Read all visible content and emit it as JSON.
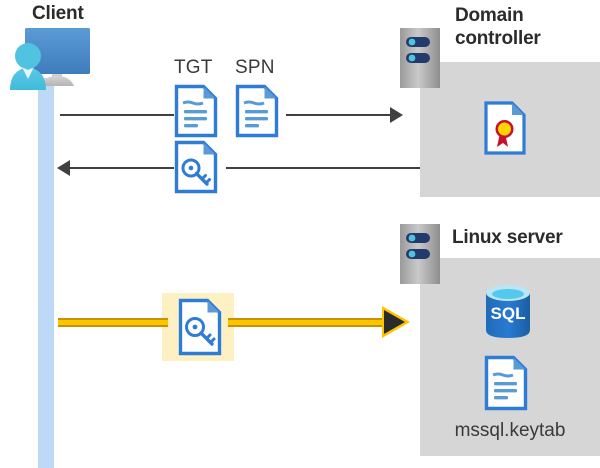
{
  "diagram": {
    "title_client": "Client",
    "title_domain_controller": "Domain controller",
    "title_linux_server": "Linux server",
    "labels": {
      "tgt": "TGT",
      "spn": "SPN",
      "keytab_file": "mssql.keytab"
    },
    "colors": {
      "panel_gray": "#d6d6d6",
      "lifeline_blue": "#bdd9f7",
      "highlight_yellow": "#fdf1c4",
      "arrow_yellow": "#ffc400",
      "arrow_yellow_border": "#c79100",
      "arrow_dark": "#404040",
      "title_text": "#2b2b2b",
      "doc_blue": "#2e7cd6",
      "sql_blue": "#1b6ec2",
      "cert_red": "#c8102e",
      "cert_gold": "#ffd400"
    },
    "flows": [
      {
        "id": "flow-request",
        "direction": "client-to-domain-controller",
        "style": "thin-black",
        "carried": [
          "TGT",
          "SPN"
        ]
      },
      {
        "id": "flow-response",
        "direction": "domain-controller-to-client",
        "style": "thin-black",
        "carried": [
          "key-document"
        ]
      },
      {
        "id": "flow-highlighted",
        "direction": "client-to-linux-server",
        "style": "thick-yellow-highlighted",
        "carried": [
          "key-document"
        ]
      }
    ],
    "icons": {
      "client": "client-workstation-user-icon",
      "tgt_document": "document-lines-icon",
      "spn_document": "document-lines-icon",
      "key_document": "document-key-icon",
      "server_rack": "server-rack-icon",
      "certificate": "certificate-document-icon",
      "sql_database": "sql-database-cylinder-icon",
      "keytab_document": "document-lines-icon"
    },
    "domain_controller_contents": [
      "certificate-document-icon"
    ],
    "linux_server_contents": [
      "sql-database-cylinder-icon",
      "document-lines-icon",
      "mssql.keytab"
    ]
  }
}
